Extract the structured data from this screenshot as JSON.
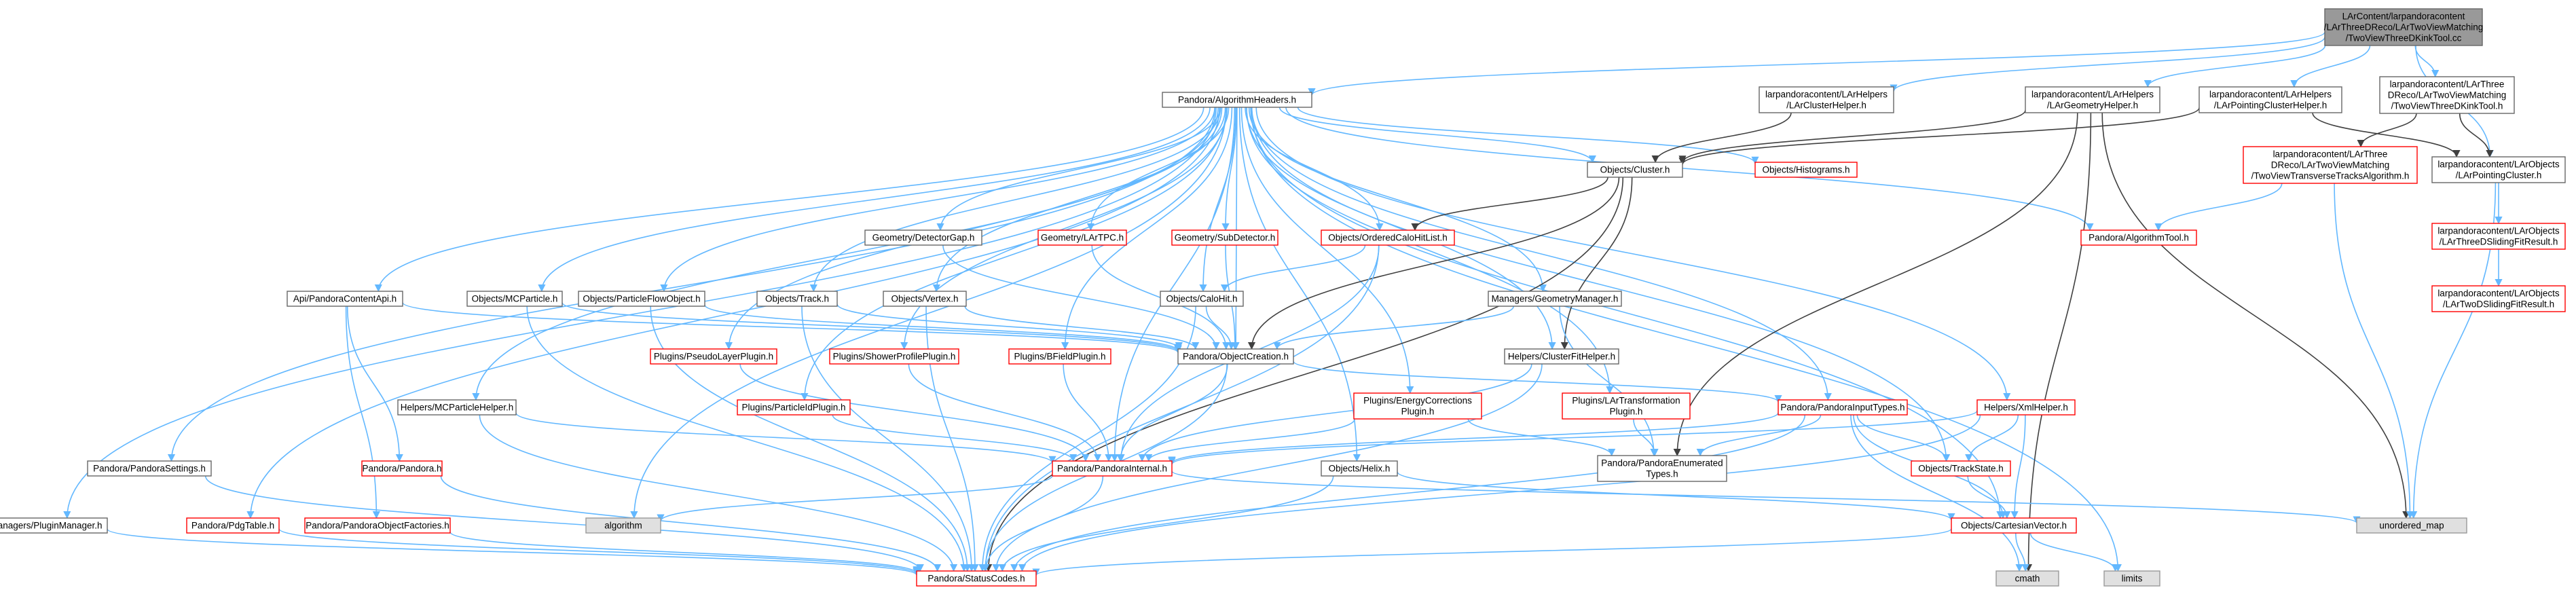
{
  "colors": {
    "edge": "#63b8ff",
    "edge_alt": "#404040",
    "node_fill": "#ffffff",
    "node_border": "#666666",
    "node_border_red": "#ff0000",
    "root_fill": "#999999",
    "root_border": "#666666",
    "external_fill": "#e0e0e0",
    "external_border": "#999999"
  },
  "nodes": [
    {
      "id": "root",
      "style": "root",
      "lines": [
        "LArContent/larpandoracontent",
        "/LArThreeDReco/LArTwoViewMatching",
        "/TwoViewThreeDKinkTool.cc"
      ]
    },
    {
      "id": "algheaders",
      "style": "normal",
      "lines": [
        "Pandora/AlgorithmHeaders.h"
      ]
    },
    {
      "id": "clusterhelper",
      "style": "normal",
      "lines": [
        "larpandoracontent/LArHelpers",
        "/LArClusterHelper.h"
      ]
    },
    {
      "id": "geomhelper",
      "style": "normal",
      "lines": [
        "larpandoracontent/LArHelpers",
        "/LArGeometryHelper.h"
      ]
    },
    {
      "id": "pointingclusterhelper",
      "style": "normal",
      "lines": [
        "larpandoracontent/LArHelpers",
        "/LArPointingClusterHelper.h"
      ]
    },
    {
      "id": "kinktool_h",
      "style": "normal",
      "lines": [
        "larpandoracontent/LArThree",
        "DReco/LArTwoViewMatching",
        "/TwoViewThreeDKinkTool.h"
      ]
    },
    {
      "id": "cluster",
      "style": "normal",
      "lines": [
        "Objects/Cluster.h"
      ]
    },
    {
      "id": "histograms",
      "style": "red",
      "lines": [
        "Objects/Histograms.h"
      ]
    },
    {
      "id": "transverse",
      "style": "red",
      "lines": [
        "larpandoracontent/LArThree",
        "DReco/LArTwoViewMatching",
        "/TwoViewTransverseTracksAlgorithm.h"
      ]
    },
    {
      "id": "pointingcluster",
      "style": "normal",
      "lines": [
        "larpandoracontent/LArObjects",
        "/LArPointingCluster.h"
      ]
    },
    {
      "id": "algorithmtool",
      "style": "red",
      "lines": [
        "Pandora/AlgorithmTool.h"
      ]
    },
    {
      "id": "threedsliding",
      "style": "red",
      "lines": [
        "larpandoracontent/LArObjects",
        "/LArThreeDSlidingFitResult.h"
      ]
    },
    {
      "id": "twodsliding",
      "style": "red",
      "lines": [
        "larpandoracontent/LArObjects",
        "/LArTwoDSlidingFitResult.h"
      ]
    },
    {
      "id": "detectorgap",
      "style": "normal",
      "lines": [
        "Geometry/DetectorGap.h"
      ]
    },
    {
      "id": "lartpc",
      "style": "red",
      "lines": [
        "Geometry/LArTPC.h"
      ]
    },
    {
      "id": "subdetector",
      "style": "red",
      "lines": [
        "Geometry/SubDetector.h"
      ]
    },
    {
      "id": "orderedcalohitlist",
      "style": "red",
      "lines": [
        "Objects/OrderedCaloHitList.h"
      ]
    },
    {
      "id": "contentapi",
      "style": "normal",
      "lines": [
        "Api/PandoraContentApi.h"
      ]
    },
    {
      "id": "mcparticle",
      "style": "normal",
      "lines": [
        "Objects/MCParticle.h"
      ]
    },
    {
      "id": "pfo",
      "style": "normal",
      "lines": [
        "Objects/ParticleFlowObject.h"
      ]
    },
    {
      "id": "track",
      "style": "normal",
      "lines": [
        "Objects/Track.h"
      ]
    },
    {
      "id": "vertex",
      "style": "normal",
      "lines": [
        "Objects/Vertex.h"
      ]
    },
    {
      "id": "calohit",
      "style": "normal",
      "lines": [
        "Objects/CaloHit.h"
      ]
    },
    {
      "id": "geommanager",
      "style": "normal",
      "lines": [
        "Managers/GeometryManager.h"
      ]
    },
    {
      "id": "pseudolayer",
      "style": "red",
      "lines": [
        "Plugins/PseudoLayerPlugin.h"
      ]
    },
    {
      "id": "showerprofile",
      "style": "red",
      "lines": [
        "Plugins/ShowerProfilePlugin.h"
      ]
    },
    {
      "id": "bfield",
      "style": "red",
      "lines": [
        "Plugins/BFieldPlugin.h"
      ]
    },
    {
      "id": "objectcreation",
      "style": "normal",
      "lines": [
        "Pandora/ObjectCreation.h"
      ]
    },
    {
      "id": "clusterfithelper",
      "style": "normal",
      "lines": [
        "Helpers/ClusterFitHelper.h"
      ]
    },
    {
      "id": "mcparticlehelper",
      "style": "normal",
      "lines": [
        "Helpers/MCParticleHelper.h"
      ]
    },
    {
      "id": "particleid",
      "style": "red",
      "lines": [
        "Plugins/ParticleIdPlugin.h"
      ]
    },
    {
      "id": "energycorrections",
      "style": "red",
      "lines": [
        "Plugins/EnergyCorrections",
        "Plugin.h"
      ]
    },
    {
      "id": "lartransformation",
      "style": "red",
      "lines": [
        "Plugins/LArTransformation",
        "Plugin.h"
      ]
    },
    {
      "id": "inputtypes",
      "style": "red",
      "lines": [
        "Pandora/PandoraInputTypes.h"
      ]
    },
    {
      "id": "xmlhelper",
      "style": "red",
      "lines": [
        "Helpers/XmlHelper.h"
      ]
    },
    {
      "id": "pandorasettings",
      "style": "normal",
      "lines": [
        "Pandora/PandoraSettings.h"
      ]
    },
    {
      "id": "pandora",
      "style": "red",
      "lines": [
        "Pandora/Pandora.h"
      ]
    },
    {
      "id": "pandorainternal",
      "style": "red",
      "lines": [
        "Pandora/PandoraInternal.h"
      ]
    },
    {
      "id": "enumeratedtypes",
      "style": "normal",
      "lines": [
        "Pandora/PandoraEnumerated",
        "Types.h"
      ]
    },
    {
      "id": "trackstate",
      "style": "red",
      "lines": [
        "Objects/TrackState.h"
      ]
    },
    {
      "id": "helix",
      "style": "normal",
      "lines": [
        "Objects/Helix.h"
      ]
    },
    {
      "id": "pluginmanager",
      "style": "normal",
      "lines": [
        "Managers/PluginManager.h"
      ]
    },
    {
      "id": "pdgtable",
      "style": "red",
      "lines": [
        "Pandora/PdgTable.h"
      ]
    },
    {
      "id": "objectfactories",
      "style": "red",
      "lines": [
        "Pandora/PandoraObjectFactories.h"
      ]
    },
    {
      "id": "algorithm",
      "style": "external",
      "lines": [
        "algorithm"
      ]
    },
    {
      "id": "cartesianvector",
      "style": "red",
      "lines": [
        "Objects/CartesianVector.h"
      ]
    },
    {
      "id": "unordered_map",
      "style": "external",
      "lines": [
        "unordered_map"
      ]
    },
    {
      "id": "statuscodes",
      "style": "red",
      "lines": [
        "Pandora/StatusCodes.h"
      ]
    },
    {
      "id": "cmath",
      "style": "external",
      "lines": [
        "cmath"
      ]
    },
    {
      "id": "limits",
      "style": "external",
      "lines": [
        "limits"
      ]
    }
  ],
  "edges": [
    [
      "root",
      "algheaders"
    ],
    [
      "root",
      "clusterhelper"
    ],
    [
      "root",
      "geomhelper"
    ],
    [
      "root",
      "pointingclusterhelper"
    ],
    [
      "root",
      "kinktool_h"
    ],
    [
      "root",
      "pointingcluster"
    ],
    [
      "algheaders",
      "cluster"
    ],
    [
      "algheaders",
      "histograms"
    ],
    [
      "algheaders",
      "algorithmtool"
    ],
    [
      "algheaders",
      "detectorgap"
    ],
    [
      "algheaders",
      "lartpc"
    ],
    [
      "algheaders",
      "subdetector"
    ],
    [
      "algheaders",
      "orderedcalohitlist"
    ],
    [
      "algheaders",
      "contentapi"
    ],
    [
      "algheaders",
      "mcparticle"
    ],
    [
      "algheaders",
      "pfo"
    ],
    [
      "algheaders",
      "track"
    ],
    [
      "algheaders",
      "vertex"
    ],
    [
      "algheaders",
      "calohit"
    ],
    [
      "algheaders",
      "geommanager"
    ],
    [
      "algheaders",
      "pseudolayer"
    ],
    [
      "algheaders",
      "showerprofile"
    ],
    [
      "algheaders",
      "bfield"
    ],
    [
      "algheaders",
      "objectcreation"
    ],
    [
      "algheaders",
      "clusterfithelper"
    ],
    [
      "algheaders",
      "mcparticlehelper"
    ],
    [
      "algheaders",
      "particleid"
    ],
    [
      "algheaders",
      "energycorrections"
    ],
    [
      "algheaders",
      "lartransformation"
    ],
    [
      "algheaders",
      "inputtypes"
    ],
    [
      "algheaders",
      "xmlhelper"
    ],
    [
      "algheaders",
      "pandorasettings"
    ],
    [
      "algheaders",
      "pluginmanager"
    ],
    [
      "algheaders",
      "pdgtable"
    ],
    [
      "algheaders",
      "algorithm"
    ],
    [
      "algheaders",
      "helix"
    ],
    [
      "algheaders",
      "trackstate"
    ],
    [
      "algheaders",
      "cartesianvector"
    ],
    [
      "algheaders",
      "limits"
    ],
    [
      "algheaders",
      "pandorainternal"
    ],
    [
      "clusterhelper",
      "cluster"
    ],
    [
      "geomhelper",
      "cluster"
    ],
    [
      "geomhelper",
      "enumeratedtypes"
    ],
    [
      "geomhelper",
      "unordered_map"
    ],
    [
      "geomhelper",
      "cmath"
    ],
    [
      "pointingclusterhelper",
      "cluster"
    ],
    [
      "pointingclusterhelper",
      "pointingcluster"
    ],
    [
      "kinktool_h",
      "transverse"
    ],
    [
      "kinktool_h",
      "pointingcluster"
    ],
    [
      "transverse",
      "algorithmtool"
    ],
    [
      "transverse",
      "unordered_map"
    ],
    [
      "pointingcluster",
      "threedsliding"
    ],
    [
      "pointingcluster",
      "unordered_map"
    ],
    [
      "threedsliding",
      "twodsliding"
    ],
    [
      "cluster",
      "orderedcalohitlist"
    ],
    [
      "cluster",
      "clusterfithelper"
    ],
    [
      "cluster",
      "objectcreation"
    ],
    [
      "cluster",
      "statuscodes"
    ],
    [
      "orderedcalohitlist",
      "calohit"
    ],
    [
      "orderedcalohitlist",
      "pandorainternal"
    ],
    [
      "orderedcalohitlist",
      "statuscodes"
    ],
    [
      "detectorgap",
      "objectcreation"
    ],
    [
      "lartpc",
      "objectcreation"
    ],
    [
      "subdetector",
      "objectcreation"
    ],
    [
      "contentapi",
      "objectcreation"
    ],
    [
      "contentapi",
      "pandora"
    ],
    [
      "contentapi",
      "objectfactories"
    ],
    [
      "mcparticle",
      "objectcreation"
    ],
    [
      "mcparticle",
      "statuscodes"
    ],
    [
      "pfo",
      "objectcreation"
    ],
    [
      "pfo",
      "statuscodes"
    ],
    [
      "track",
      "objectcreation"
    ],
    [
      "track",
      "statuscodes"
    ],
    [
      "vertex",
      "objectcreation"
    ],
    [
      "vertex",
      "statuscodes"
    ],
    [
      "calohit",
      "objectcreation"
    ],
    [
      "calohit",
      "statuscodes"
    ],
    [
      "geommanager",
      "objectcreation"
    ],
    [
      "geommanager",
      "enumeratedtypes"
    ],
    [
      "pseudolayer",
      "pandorainternal"
    ],
    [
      "showerprofile",
      "pandorainternal"
    ],
    [
      "bfield",
      "pandorainternal"
    ],
    [
      "particleid",
      "pandorainternal"
    ],
    [
      "objectcreation",
      "inputtypes"
    ],
    [
      "objectcreation",
      "pandorainternal"
    ],
    [
      "objectcreation",
      "statuscodes"
    ],
    [
      "clusterfithelper",
      "pandorainternal"
    ],
    [
      "clusterfithelper",
      "statuscodes"
    ],
    [
      "mcparticlehelper",
      "pandorainternal"
    ],
    [
      "mcparticlehelper",
      "statuscodes"
    ],
    [
      "energycorrections",
      "pandorainternal"
    ],
    [
      "energycorrections",
      "enumeratedtypes"
    ],
    [
      "lartransformation",
      "enumeratedtypes"
    ],
    [
      "inputtypes",
      "enumeratedtypes"
    ],
    [
      "inputtypes",
      "trackstate"
    ],
    [
      "inputtypes",
      "cartesianvector"
    ],
    [
      "inputtypes",
      "pandorainternal"
    ],
    [
      "inputtypes",
      "statuscodes"
    ],
    [
      "inputtypes",
      "cmath"
    ],
    [
      "xmlhelper",
      "trackstate"
    ],
    [
      "xmlhelper",
      "cartesianvector"
    ],
    [
      "xmlhelper",
      "pandorainternal"
    ],
    [
      "xmlhelper",
      "statuscodes"
    ],
    [
      "pandorasettings",
      "statuscodes"
    ],
    [
      "pandora",
      "statuscodes"
    ],
    [
      "pandorainternal",
      "algorithm"
    ],
    [
      "pandorainternal",
      "unordered_map"
    ],
    [
      "pandorainternal",
      "statuscodes"
    ],
    [
      "trackstate",
      "cartesianvector"
    ],
    [
      "helix",
      "cartesianvector"
    ],
    [
      "helix",
      "statuscodes"
    ],
    [
      "pluginmanager",
      "statuscodes"
    ],
    [
      "pdgtable",
      "statuscodes"
    ],
    [
      "objectfactories",
      "statuscodes"
    ],
    [
      "cartesianvector",
      "statuscodes"
    ],
    [
      "cartesianvector",
      "cmath"
    ],
    [
      "cartesianvector",
      "limits"
    ]
  ]
}
